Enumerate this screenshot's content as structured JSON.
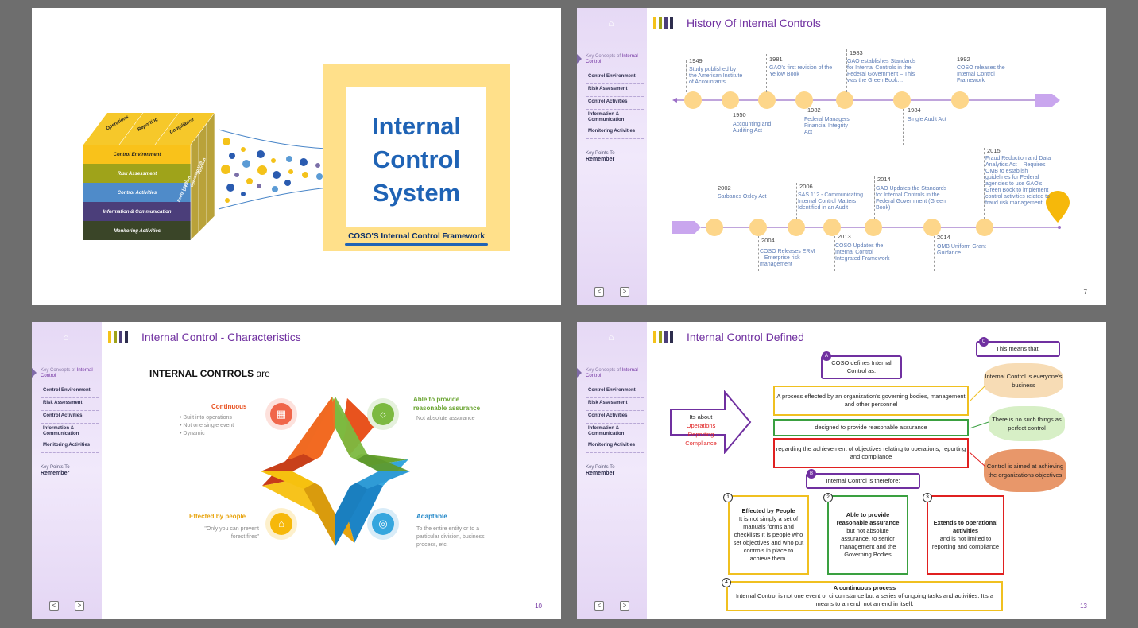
{
  "slide1": {
    "cube_top": [
      "Operations",
      "Reporting",
      "Compliance"
    ],
    "cube_rows": [
      "Control Environment",
      "Risk Assessment",
      "Control Activities",
      "Information & Communication",
      "Monitoring Activities"
    ],
    "cube_side": [
      "Entity Level",
      "Division",
      "Operating Unit",
      "Function"
    ],
    "title": "Internal Control System",
    "caption": "COSO'S Internal Control Framework"
  },
  "sidebar": {
    "kc_prefix": "Key Concepts of",
    "kc_highlight": "Internal Control",
    "items": [
      "Control Environment",
      "Risk Assessment",
      "Control Activities",
      "Information & Communication",
      "Monitoring Activities"
    ],
    "kp_prefix": "Key Points To",
    "kp_bold": "Remember",
    "prev": "<",
    "next": ">"
  },
  "slide2": {
    "title": "History Of Internal Controls",
    "page": "7",
    "events_top": [
      {
        "year": "1949",
        "text": "Study published by the American Institute of Accountants"
      },
      {
        "year": "1950",
        "text": "Accounting and Auditing Act"
      },
      {
        "year": "1981",
        "text": "GAO's first revision of the Yellow Book"
      },
      {
        "year": "1982",
        "text": "Federal Managers Financial Integrity Act"
      },
      {
        "year": "1983",
        "text": "GAO establishes Standards for Internal Controls in the Federal Government – This was the Green Book…"
      },
      {
        "year": "1984",
        "text": "Single Audit Act"
      },
      {
        "year": "1992",
        "text": "COSO releases the Internal Control Framework"
      }
    ],
    "events_bottom": [
      {
        "year": "2002",
        "text": "Sarbanes Oxley Act"
      },
      {
        "year": "2004",
        "text": "COSO Releases ERM – Enterprise risk management"
      },
      {
        "year": "2006",
        "text": "SAS 112 - Communicating Internal Control Matters Identified in an Audit"
      },
      {
        "year": "2013",
        "text": "COSO Updates the Internal Control Integrated Framework"
      },
      {
        "year": "2014",
        "text": "GAO Updates the Standards for Internal Controls in the Federal Government (Green Book)"
      },
      {
        "year": "2014",
        "text": "OMB Uniform Grant Guidance"
      },
      {
        "year": "2015",
        "text": "Fraud Reduction and Data Analytics Act – Requires OMB to establish guidelines for Federal agencies to use GAO's Green Book to implement control activities related to fraud risk management"
      }
    ]
  },
  "slide3": {
    "title": "Internal Control - Characteristics",
    "page": "10",
    "heading": "INTERNAL CONTROLS",
    "heading_suffix": "are",
    "continuous": {
      "title": "Continuous",
      "items": [
        "Built into operations",
        "Not one single event",
        "Dynamic"
      ]
    },
    "assurance": {
      "title": "Able to provide reasonable assurance",
      "text": "Not absolute assurance"
    },
    "people": {
      "title": "Effected by people",
      "text": "\"Only you can prevent forest fires\""
    },
    "adaptable": {
      "title": "Adaptable",
      "text": "To the entire entity or to a particular division, business process, etc."
    }
  },
  "slide4": {
    "title": "Internal Control Defined",
    "page": "13",
    "arrow_intro": "Its about",
    "arrow_items": [
      "Operations",
      "Reporting",
      "Compliance"
    ],
    "badge_a": "A",
    "badge_b": "B",
    "badge_c": "C",
    "coso_defines": "COSO defines Internal Control as:",
    "def1": "A process effected by an organization's governing bodies, management and other personnel",
    "def2": "designed to provide reasonable assurance",
    "def3": "regarding the achievement of objectives relating to operations, reporting and compliance",
    "therefore": "Internal Control is therefore:",
    "means": "This means that:",
    "cloud1": "Internal Control is everyone's business",
    "cloud2": "There is no such things as perfect control",
    "cloud3": "Control is aimed at achieving the organizations objectives",
    "p1_title": "Effected by People",
    "p1_text": "It is not simply a set of manuals forms and checklists  It is people who set objectives and who put controls in place to achieve them.",
    "p2_title": "Able to provide reasonable assurance",
    "p2_text": "but not absolute assurance, to senior management and the Governing Bodies",
    "p3_title": "Extends to operational activities",
    "p3_text": "and is not limited to reporting and compliance",
    "p4_title": "A continuous process",
    "p4_text": "Internal Control is not one event or circumstance but a series of ongoing tasks and activities. It's a means to an end, not an end in itself.",
    "n1": "1",
    "n2": "2",
    "n3": "3",
    "n4": "4"
  }
}
